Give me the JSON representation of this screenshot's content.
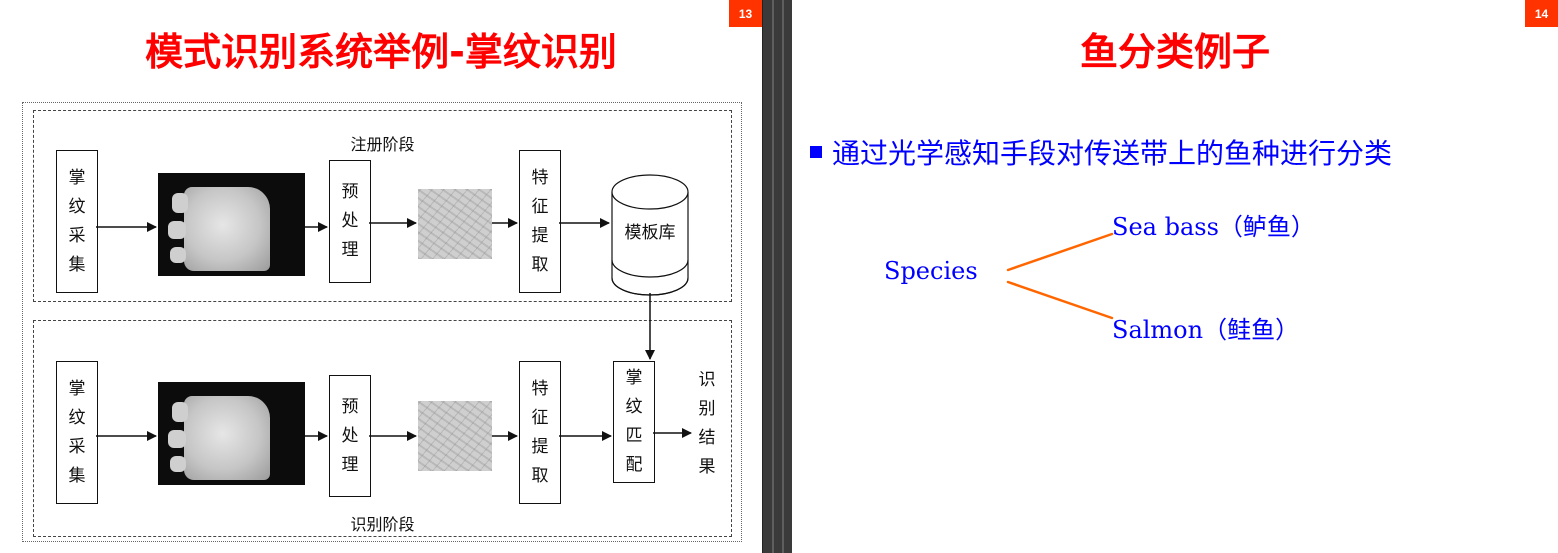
{
  "slide13": {
    "page_number": "13",
    "title": "模式识别系统举例-掌纹识别",
    "enroll_stage_label": "注册阶段",
    "recog_stage_label": "识别阶段",
    "capture_lines": [
      "掌",
      "纹",
      "采",
      "集"
    ],
    "preprocess_lines": [
      "预",
      "处",
      "理"
    ],
    "feature_lines": [
      "特",
      "征",
      "提",
      "取"
    ],
    "template_db_label": "模板库",
    "match_lines": [
      "掌",
      "纹",
      "匹",
      "配"
    ],
    "result_lines": [
      "识",
      "别",
      "结",
      "果"
    ]
  },
  "slide14": {
    "page_number": "14",
    "title": "鱼分类例子",
    "bullet": "通过光学感知手段对传送带上的鱼种进行分类",
    "tree": {
      "root": "Species",
      "branches": [
        "Sea bass（鲈鱼）",
        "Salmon（鲑鱼）"
      ]
    },
    "colors": {
      "text": "#0000ff",
      "connector": "#ff6600"
    }
  },
  "colors": {
    "title": "#ff0000",
    "page_badge": "#ff3300",
    "frame": "#3a3a3a"
  }
}
